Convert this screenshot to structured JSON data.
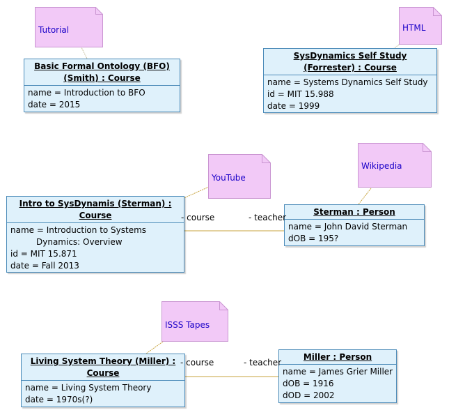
{
  "notes": {
    "tutorial": "Tutorial",
    "html": "HTML",
    "youtube": "YouTube",
    "wikipedia": "Wikipedia",
    "isss": "ISSS Tapes"
  },
  "bfo": {
    "title_line1": "Basic Formal Ontology (BFO)",
    "title_line2": "(Smith) : Course",
    "attrs": [
      "name = Introduction to BFO",
      "date = 2015"
    ]
  },
  "sysdyn": {
    "title_line1": "SysDynamics Self Study",
    "title_line2": "(Forrester) : Course",
    "attrs": [
      "name = Systems Dynamics Self Study",
      "id = MIT 15.988",
      "date = 1999"
    ]
  },
  "intro": {
    "title_line1": "Intro to SysDynamis (Sterman) :",
    "title_line2": "Course",
    "attrs": [
      "name = Introduction to Systems",
      "Dynamics: Overview",
      "id = MIT 15.871",
      "date = Fall 2013"
    ]
  },
  "sterman": {
    "title": "Sterman : Person",
    "attrs": [
      "name = John David Sterman",
      "dOB = 195?"
    ]
  },
  "living": {
    "title_line1": "Living System Theory (Miller) :",
    "title_line2": "Course",
    "attrs": [
      "name = Living System Theory",
      "date = 1970s(?)"
    ]
  },
  "miller": {
    "title": "Miller : Person",
    "attrs": [
      "name = James Grier Miller",
      "dOB = 1916",
      "dOD = 2002"
    ]
  },
  "roles": {
    "course": "- course",
    "teacher": "- teacher"
  },
  "colors": {
    "note_fill": "#f2c9f7",
    "note_border": "#c994d1",
    "box_fill": "#dff1fb",
    "box_border": "#4a8ab8",
    "link": "#c7a33d"
  }
}
